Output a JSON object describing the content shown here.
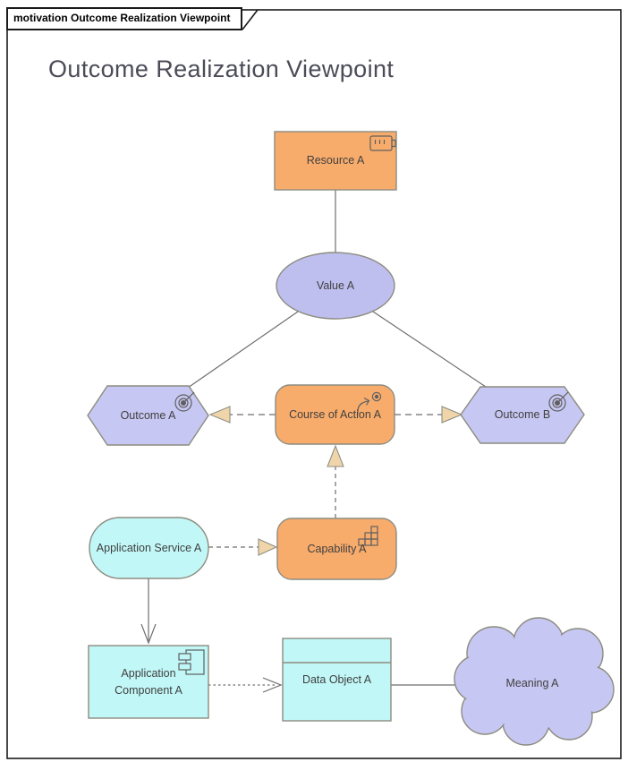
{
  "window": {
    "tab_label": "motivation Outcome Realization Viewpoint"
  },
  "diagram": {
    "title": "Outcome Realization Viewpoint",
    "notation": "ArchiMate"
  },
  "colors": {
    "strategy_orange": "#f8ac6c",
    "motivation_purple": "#c7c7f3",
    "value_purple": "#bfbfef",
    "application_cyan": "#c2f7f7",
    "arrowhead_tan": "#efd5a9",
    "node_border": "#8c8c80",
    "connector_gray": "#6e6e6e",
    "label_text": "#3f3f3f",
    "title_text": "#4c4c59",
    "frame_border": "#1a1a1a"
  },
  "nodes": {
    "resource_a": {
      "label": "Resource A",
      "element_type": "Resource",
      "icon": "resource-icon"
    },
    "value_a": {
      "label": "Value A",
      "element_type": "Value"
    },
    "outcome_a": {
      "label": "Outcome A",
      "element_type": "Outcome",
      "icon": "outcome-target-icon"
    },
    "course_of_action_a": {
      "label": "Course of Action A",
      "element_type": "Course of Action",
      "icon": "course-of-action-icon"
    },
    "outcome_b": {
      "label": "Outcome B",
      "element_type": "Outcome",
      "icon": "outcome-target-icon"
    },
    "application_service_a": {
      "label": "Application Service A",
      "element_type": "Application Service"
    },
    "capability_a": {
      "label": "Capability A",
      "element_type": "Capability",
      "icon": "capability-icon"
    },
    "application_component_a": {
      "label": "Application Component A",
      "element_type": "Application Component",
      "icon": "component-icon"
    },
    "data_object_a": {
      "label": "Data Object A",
      "element_type": "Data Object"
    },
    "meaning_a": {
      "label": "Meaning A",
      "element_type": "Meaning"
    }
  },
  "edges": [
    {
      "from": "Resource A",
      "to": "Value A",
      "type": "association",
      "style": "solid"
    },
    {
      "from": "Value A",
      "to": "Outcome A",
      "type": "association",
      "style": "solid"
    },
    {
      "from": "Value A",
      "to": "Outcome B",
      "type": "association",
      "style": "solid"
    },
    {
      "from": "Course of Action A",
      "to": "Outcome A",
      "type": "influence",
      "style": "dashed, tan triangle arrowhead"
    },
    {
      "from": "Course of Action A",
      "to": "Outcome B",
      "type": "influence",
      "style": "dashed, tan triangle arrowhead"
    },
    {
      "from": "Capability A",
      "to": "Course of Action A",
      "type": "realization",
      "style": "dashed, tan triangle arrowhead"
    },
    {
      "from": "Application Service A",
      "to": "Capability A",
      "type": "realization",
      "style": "dashed, tan triangle arrowhead"
    },
    {
      "from": "Application Service A",
      "to": "Application Component A",
      "type": "serving",
      "style": "solid, open arrowhead"
    },
    {
      "from": "Application Component A",
      "to": "Data Object A",
      "type": "access",
      "style": "dotted, open arrowhead"
    },
    {
      "from": "Data Object A",
      "to": "Meaning A",
      "type": "association",
      "style": "solid"
    }
  ]
}
